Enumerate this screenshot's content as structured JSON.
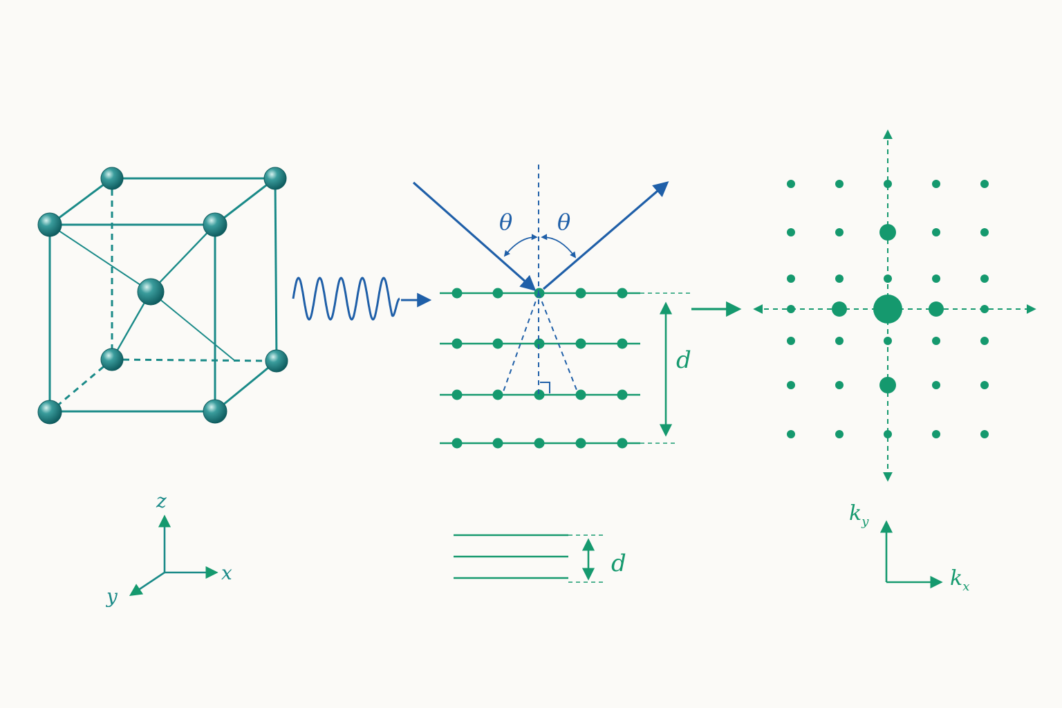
{
  "colors": {
    "background": "#fbfaf7",
    "crystal_teal": "#1a8a88",
    "atom_dark": "#156c6f",
    "green": "#15996e",
    "blue": "#1f5fa8"
  },
  "labels": {
    "axis_x": "x",
    "axis_y": "y",
    "axis_z": "z",
    "theta_left": "θ",
    "theta_right": "θ",
    "spacing_main": "d",
    "spacing_small": "d",
    "kx_base": "k",
    "kx_sub": "x",
    "ky_base": "k",
    "ky_sub": "y"
  },
  "icons": {
    "wave": "sine-wave-arrow-icon",
    "forward": "right-arrow-icon",
    "right_angle": "right-angle-marker-icon"
  }
}
